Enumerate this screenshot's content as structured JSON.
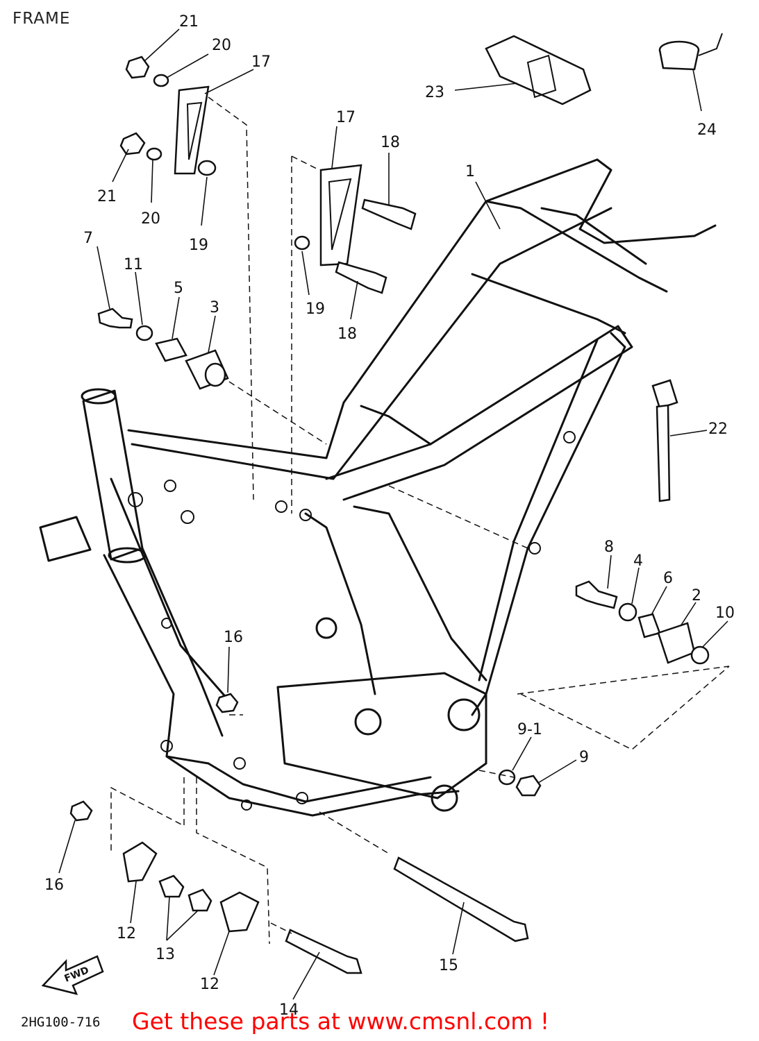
{
  "header": {
    "title": "FRAME"
  },
  "diagram": {
    "drawing_code": "2HG100-716",
    "fwd_marker": "FWD",
    "callouts": [
      {
        "id": "c1",
        "label": "1"
      },
      {
        "id": "c2",
        "label": "2"
      },
      {
        "id": "c3",
        "label": "3"
      },
      {
        "id": "c4",
        "label": "4"
      },
      {
        "id": "c5",
        "label": "5"
      },
      {
        "id": "c6",
        "label": "6"
      },
      {
        "id": "c7",
        "label": "7"
      },
      {
        "id": "c8",
        "label": "8"
      },
      {
        "id": "c9",
        "label": "9"
      },
      {
        "id": "c9_1",
        "label": "9-1"
      },
      {
        "id": "c10",
        "label": "10"
      },
      {
        "id": "c11",
        "label": "11"
      },
      {
        "id": "c12a",
        "label": "12"
      },
      {
        "id": "c12b",
        "label": "12"
      },
      {
        "id": "c13",
        "label": "13"
      },
      {
        "id": "c14",
        "label": "14"
      },
      {
        "id": "c15",
        "label": "15"
      },
      {
        "id": "c16a",
        "label": "16"
      },
      {
        "id": "c16b",
        "label": "16"
      },
      {
        "id": "c17a",
        "label": "17"
      },
      {
        "id": "c17b",
        "label": "17"
      },
      {
        "id": "c18a",
        "label": "18"
      },
      {
        "id": "c18b",
        "label": "18"
      },
      {
        "id": "c19a",
        "label": "19"
      },
      {
        "id": "c19b",
        "label": "19"
      },
      {
        "id": "c20a",
        "label": "20"
      },
      {
        "id": "c20b",
        "label": "20"
      },
      {
        "id": "c21a",
        "label": "21"
      },
      {
        "id": "c21b",
        "label": "21"
      },
      {
        "id": "c22",
        "label": "22"
      },
      {
        "id": "c23",
        "label": "23"
      },
      {
        "id": "c24",
        "label": "24"
      }
    ]
  },
  "footer": {
    "promo_text": "Get these parts at www.cmsnl.com !"
  },
  "colors": {
    "line": "#111111",
    "promo": "#ff0000",
    "background": "#ffffff"
  }
}
